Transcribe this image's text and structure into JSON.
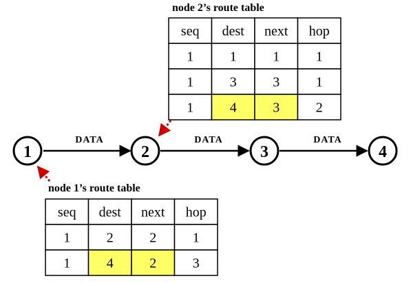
{
  "nodes": [
    {
      "id": "n1",
      "label": "1"
    },
    {
      "id": "n2",
      "label": "2"
    },
    {
      "id": "n3",
      "label": "3"
    },
    {
      "id": "n4",
      "label": "4"
    }
  ],
  "edges": [
    {
      "from": "1",
      "to": "2",
      "label": "DATA"
    },
    {
      "from": "2",
      "to": "3",
      "label": "DATA"
    },
    {
      "from": "3",
      "to": "4",
      "label": "DATA"
    }
  ],
  "route_tables": {
    "node2": {
      "title": "node 2’s route table",
      "headers": [
        "seq",
        "dest",
        "next",
        "hop"
      ],
      "rows": [
        [
          "1",
          "1",
          "1",
          "1"
        ],
        [
          "1",
          "3",
          "3",
          "1"
        ],
        [
          "1",
          "4",
          "3",
          "2"
        ]
      ]
    },
    "node1": {
      "title": "node 1’s route table",
      "headers": [
        "seq",
        "dest",
        "next",
        "hop"
      ],
      "rows": [
        [
          "1",
          "2",
          "2",
          "1"
        ],
        [
          "1",
          "4",
          "2",
          "3"
        ]
      ]
    }
  },
  "colors": {
    "highlight": "#ffff66",
    "pointer": "#cc0000",
    "line": "#000000"
  }
}
